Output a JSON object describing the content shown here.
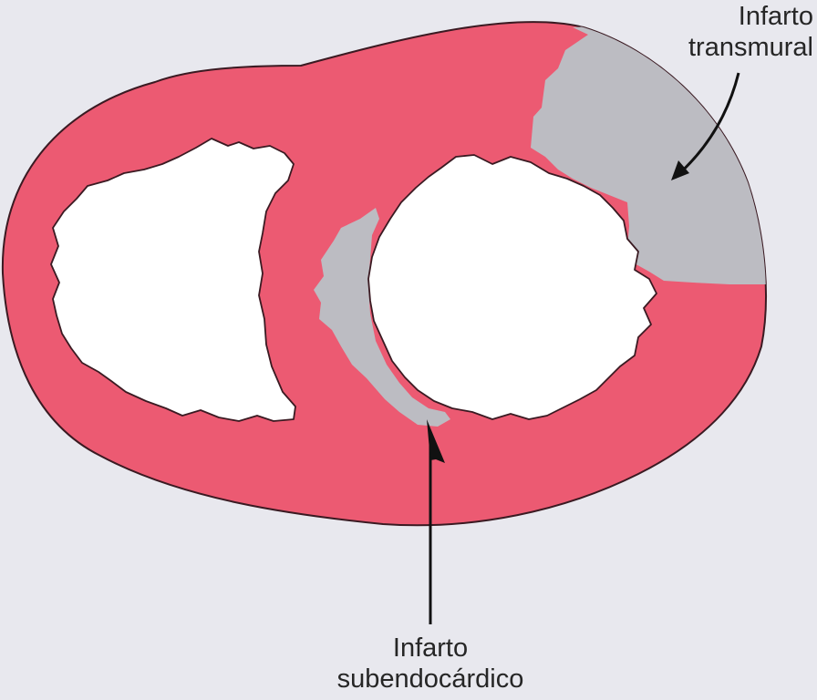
{
  "diagram": {
    "labels": {
      "transmural": {
        "line1": "Infarto",
        "line2": "transmural"
      },
      "subendocardial": {
        "line1": "Infarto",
        "line2": "subendocárdico"
      }
    },
    "colors": {
      "background": "#e8e8ee",
      "myocardium": "#ec5a72",
      "infarct": "#bcbcc2",
      "cavity": "#ffffff",
      "outline": "#3a1a22",
      "text": "#262626"
    }
  }
}
